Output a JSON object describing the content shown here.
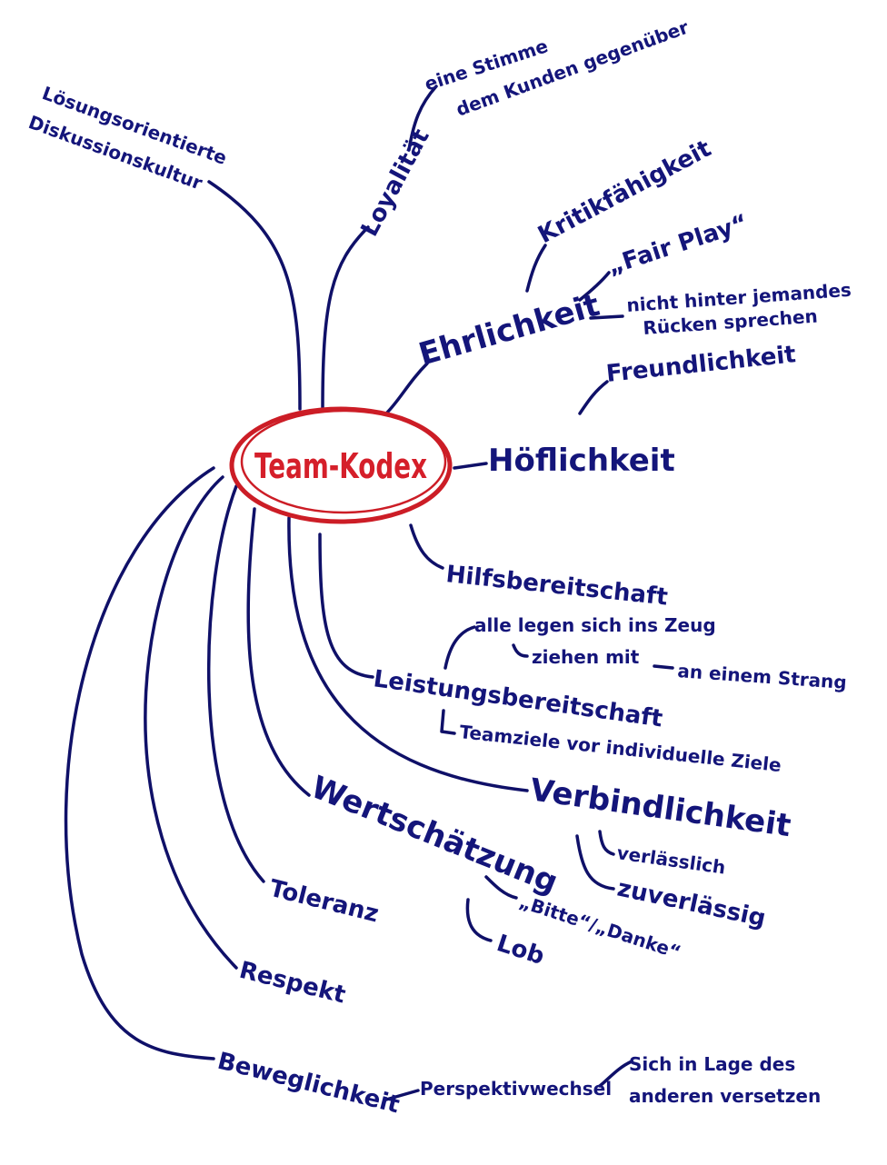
{
  "center": "Team-Kodex",
  "branches": {
    "loesung_1": "Lösungsorientierte",
    "loesung_2": "Diskussionskultur",
    "loyalitaet": "Loyalität",
    "loyal_sub_1": "eine Stimme",
    "loyal_sub_2": "dem Kunden gegenüber",
    "kritik": "Kritikfähigkeit",
    "fairplay": "„Fair Play“",
    "ehrlichkeit": "Ehrlichkeit",
    "hinter_1": "nicht hinter jemandes",
    "hinter_2": "Rücken sprechen",
    "freundlichkeit": "Freundlichkeit",
    "hoeflichkeit": "Höflichkeit",
    "hilfsbereitschaft": "Hilfsbereitschaft",
    "zeug": "alle legen sich ins Zeug",
    "ziehen": "ziehen mit",
    "strang": "an einem Strang",
    "leistung": "Leistungsbereitschaft",
    "teamziele": "Teamziele vor individuelle Ziele",
    "verbindlichkeit": "Verbindlichkeit",
    "verlaesslich": "verlässlich",
    "zuverlaessig": "zuverlässig",
    "wertschaetzung": "Wertschätzung",
    "bitte_danke": "„Bitte“/„Danke“",
    "lob": "Lob",
    "toleranz": "Toleranz",
    "respekt": "Respekt",
    "beweglichkeit": "Beweglichkeit",
    "perspektiv": "Perspektivwechsel",
    "lage_1": "Sich in Lage des",
    "lage_2": "anderen versetzen"
  }
}
